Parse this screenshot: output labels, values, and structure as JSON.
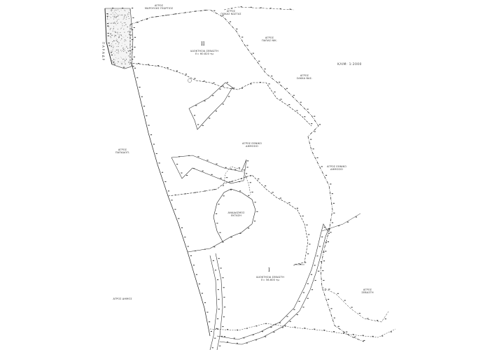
{
  "scale": "ΚΛΙΜ: 1:2000",
  "road_name": "ΠΑΡΑΔΡ",
  "parcels": [
    {
      "num": "II",
      "owner": "ΙΔΙΟΚΤΗΣΙΑ ΣΕΒΑΣΤΗ",
      "area": "Ε= 60.820 τμ"
    },
    {
      "num": "I",
      "owner": "ΙΔΙΟΚΤΗΣΙΑ ΣΕΒΑΣΤΗ",
      "area": "Ε= 56.600 τμ"
    }
  ],
  "owners": [
    {
      "name": "ΑΓΡΟΣ",
      "sub": "ΜΑΡΟΥΛΗΣ ΓΕΩΡΓΙΟΣ"
    },
    {
      "name": "ΑΓΡΟΣ",
      "sub": "ΓΚΙΚΑΣ ΚΩΣΤΑΣ"
    },
    {
      "name": "ΑΓΡΟΣ",
      "sub": "ΠΑΠΑΣ ΝΙΚ."
    },
    {
      "name": "ΑΓΡΟΣ",
      "sub": "ΣΑΚΚΑ ΒΑΣ."
    },
    {
      "name": "ΑΓΡΟΣ ΕΘΝΙΚΟ",
      "sub": "ΔΗΜΟΣΙΟ"
    },
    {
      "name": "ΑΓΡΟΣ",
      "sub": "ΠΑΠΑΔΟΠ."
    },
    {
      "name": "ΑΓΡΟΣ",
      "sub": "ΣΕΒΑΣΤΗ"
    },
    {
      "name": "ΑΓΡΟΣ ΕΘΝΙΚΟ",
      "sub": "ΔΗΜΟΣΙΟ"
    },
    {
      "name": "ΑΝΑΔΑΣΜΟΣ",
      "sub": "ΕΚΤΑΣΗ"
    },
    {
      "name": "ΑΓΡΟΣ ΔΗΜΟΣ",
      "sub": ""
    }
  ]
}
